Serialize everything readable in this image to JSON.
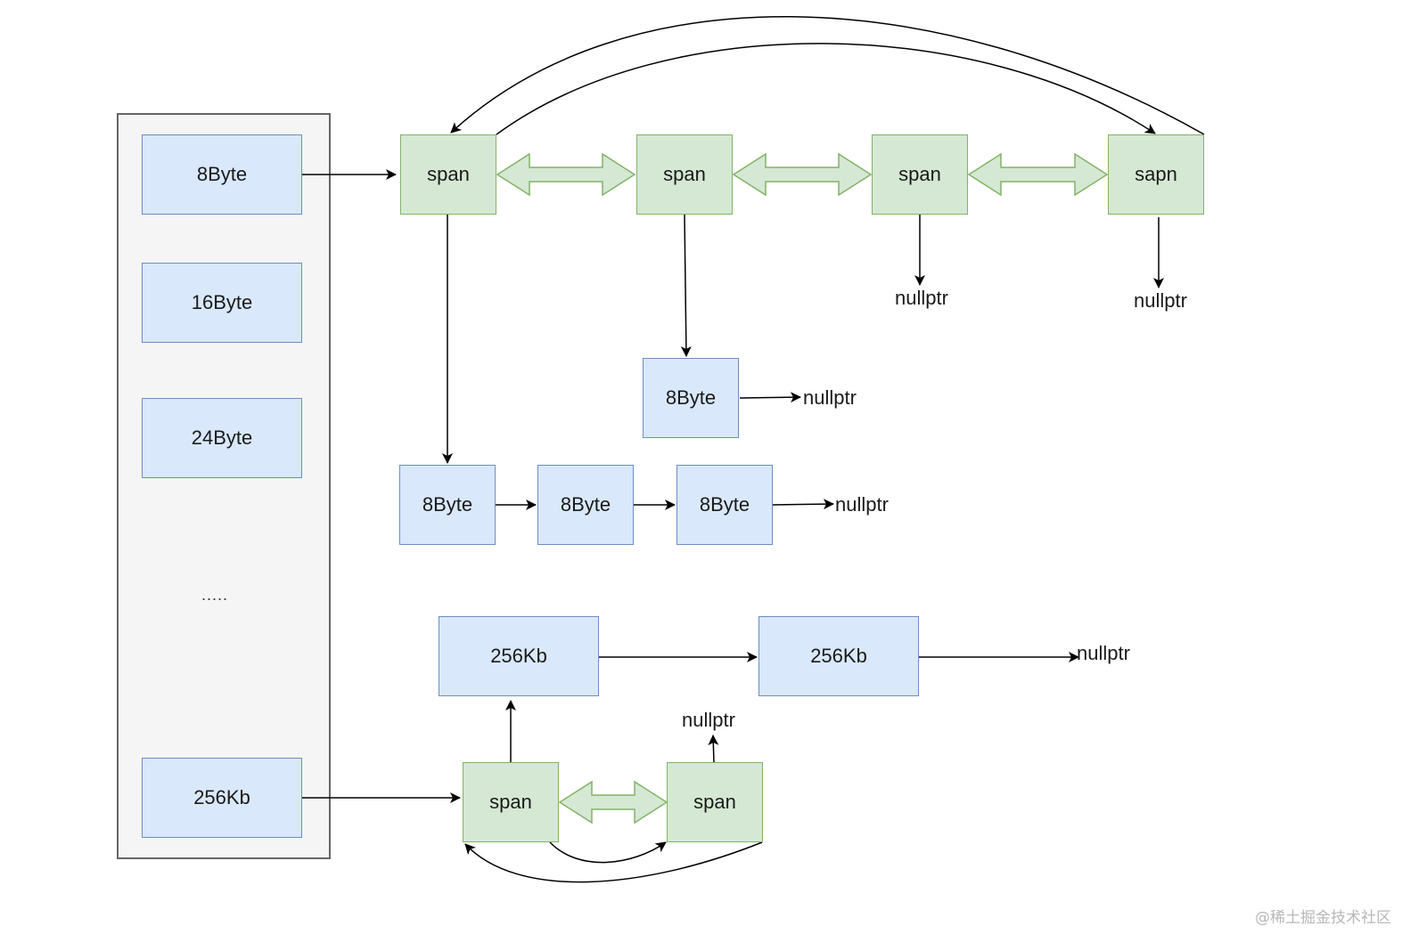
{
  "left_list": {
    "items": [
      "8Byte",
      "16Byte",
      "24Byte",
      "256Kb"
    ],
    "ellipsis": "....."
  },
  "top_spans": [
    "span",
    "span",
    "span",
    "sapn"
  ],
  "span_chain_1": [
    "8Byte",
    "8Byte",
    "8Byte"
  ],
  "span_chain_2": [
    "8Byte"
  ],
  "large_blocks": [
    "256Kb",
    "256Kb"
  ],
  "bottom_spans": [
    "span",
    "span"
  ],
  "null_labels": {
    "span3": "nullptr",
    "span4": "nullptr",
    "chain2_end": "nullptr",
    "chain1_end": "nullptr",
    "large_end": "nullptr",
    "bottom_span2": "nullptr"
  },
  "watermark": "@稀土掘金技术社区",
  "colors": {
    "block_fill": "#dae8fc",
    "block_border": "#6c8ebf",
    "span_fill": "#d5e8d4",
    "span_border": "#82b366"
  }
}
